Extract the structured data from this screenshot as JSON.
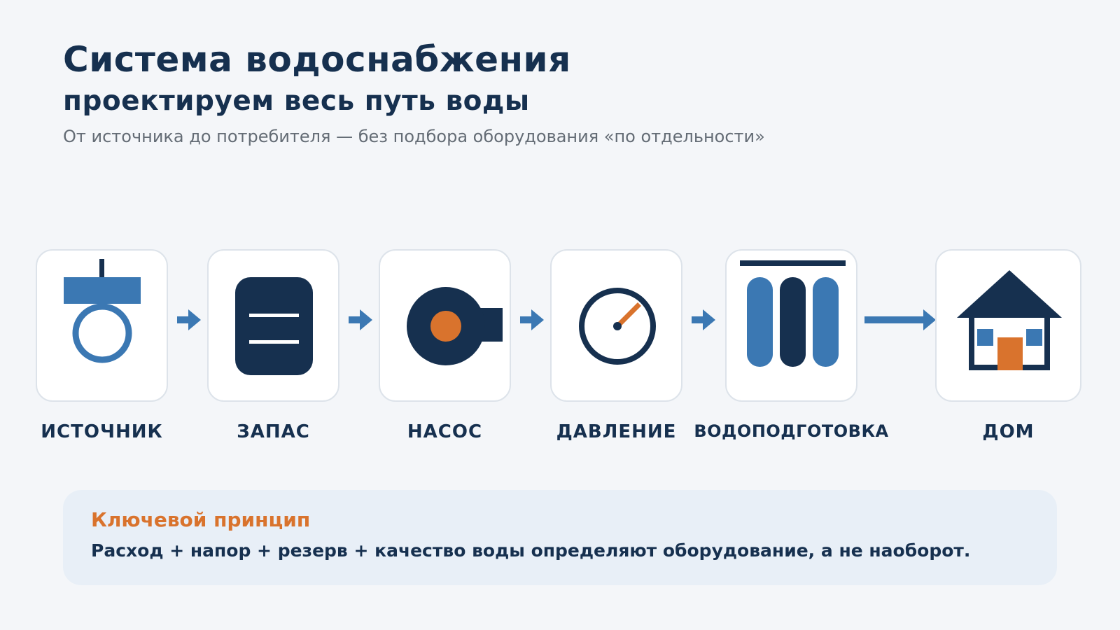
{
  "header": {
    "title": "Система водоснабжения",
    "subtitle": "проектируем весь путь воды",
    "tagline": "От источника до потребителя — без подбора оборудования «по отдельности»"
  },
  "colors": {
    "navy": "#16304f",
    "blue": "#3b78b3",
    "orange": "#d9732d",
    "card_bg": "#ffffff",
    "panel_bg": "#e8eff7"
  },
  "steps": [
    {
      "label": "ИСТОЧНИК",
      "icon": "well-source-icon"
    },
    {
      "label": "ЗАПАС",
      "icon": "storage-tank-icon"
    },
    {
      "label": "НАСОС",
      "icon": "pump-icon"
    },
    {
      "label": "ДАВЛЕНИЕ",
      "icon": "pressure-gauge-icon"
    },
    {
      "label": "ВОДОПОДГОТОВКА",
      "icon": "water-filter-icon"
    },
    {
      "label": "ДОМ",
      "icon": "house-icon"
    }
  ],
  "principle": {
    "title": "Ключевой принцип",
    "text": "Расход + напор + резерв + качество воды определяют оборудование, а не наоборот."
  }
}
